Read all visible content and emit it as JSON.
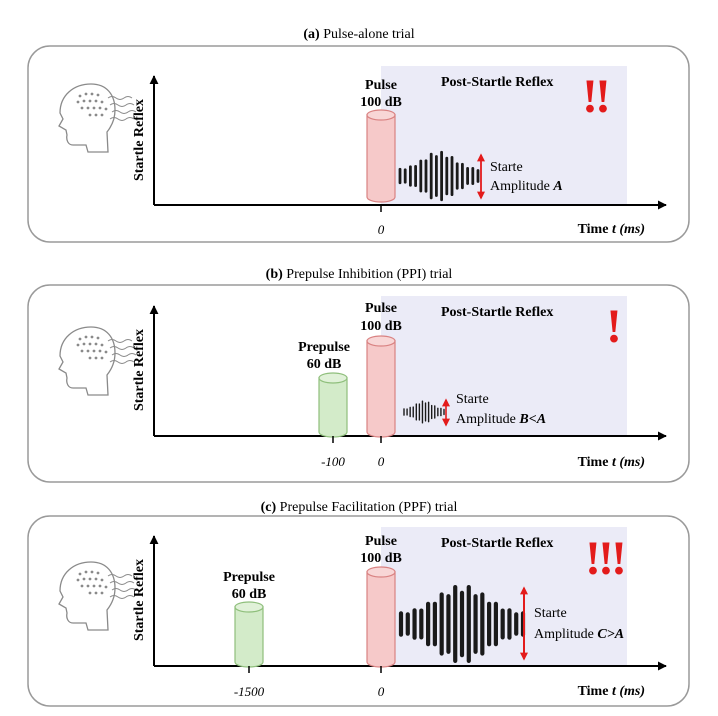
{
  "panels": [
    {
      "label": "(a)",
      "title": "Pulse-alone trial",
      "y_axis_label": "Startle Reflex",
      "x_axis_label_main": "Time ",
      "x_axis_label_var": "t",
      "x_axis_label_unit": " (ms)",
      "region_label": "Post-Startle Reflex",
      "alert_marks": "!!",
      "pulse": {
        "name": "Pulse",
        "level": "100 dB",
        "time_tick": "0"
      },
      "prepulse": null,
      "response": {
        "line1": "Starte",
        "line2_prefix": "Amplitude ",
        "line2_var": "A"
      }
    },
    {
      "label": "(b)",
      "title": "Prepulse Inhibition (PPI) trial",
      "y_axis_label": "Startle Reflex",
      "x_axis_label_main": "Time ",
      "x_axis_label_var": "t",
      "x_axis_label_unit": " (ms)",
      "region_label": "Post-Startle Reflex",
      "alert_marks": "!",
      "pulse": {
        "name": "Pulse",
        "level": "100 dB",
        "time_tick": "0"
      },
      "prepulse": {
        "name": "Prepulse",
        "level": "60 dB",
        "time_tick": "-100"
      },
      "response": {
        "line1": "Starte",
        "line2_prefix": "Amplitude ",
        "line2_var": "B<A"
      }
    },
    {
      "label": "(c)",
      "title": "Prepulse Facilitation (PPF) trial",
      "y_axis_label": "Startle Reflex",
      "x_axis_label_main": "Time ",
      "x_axis_label_var": "t",
      "x_axis_label_unit": " (ms)",
      "region_label": "Post-Startle Reflex",
      "alert_marks": "!!!",
      "pulse": {
        "name": "Pulse",
        "level": "100 dB",
        "time_tick": "0"
      },
      "prepulse": {
        "name": "Prepulse",
        "level": "60 dB",
        "time_tick": "-1500"
      },
      "response": {
        "line1": "Starte",
        "line2_prefix": "Amplitude ",
        "line2_var": "C>A"
      }
    }
  ],
  "colors": {
    "pulse_fill": "#f6c9c9",
    "pulse_stroke": "#d98282",
    "prepulse_fill": "#d3ebc9",
    "prepulse_stroke": "#8fbf7c",
    "region_fill": "#ebebf7",
    "alert": "#e31b1b",
    "arrow": "#e31b1b",
    "panel_border": "#9a9a9a",
    "waveform": "#1a1a1a",
    "head_icon": "#8a8a8a"
  },
  "icons": {
    "head": "head-with-brainwaves-icon"
  }
}
